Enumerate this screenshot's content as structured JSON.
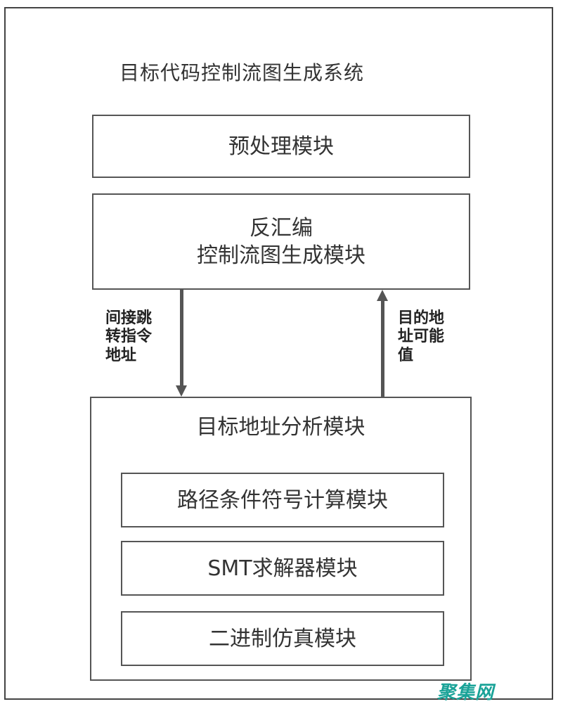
{
  "diagram": {
    "system_title": "目标代码控制流图生成系统",
    "modules": {
      "preprocess": "预处理模块",
      "disasm_line1": "反汇编",
      "disasm_line2": "控制流图生成模块",
      "target_analysis": "目标地址分析模块",
      "submodules": [
        "路径条件符号计算模块",
        "SMT求解器模块",
        "二进制仿真模块"
      ]
    },
    "edges": {
      "down_label_lines": [
        "间接跳",
        "转指令",
        "地址"
      ],
      "up_label_lines": [
        "目的地",
        "址可能",
        "值"
      ]
    },
    "colors": {
      "border": "#555555",
      "text": "#333333",
      "watermark": "#1aa398"
    }
  },
  "watermark": "聚集网"
}
